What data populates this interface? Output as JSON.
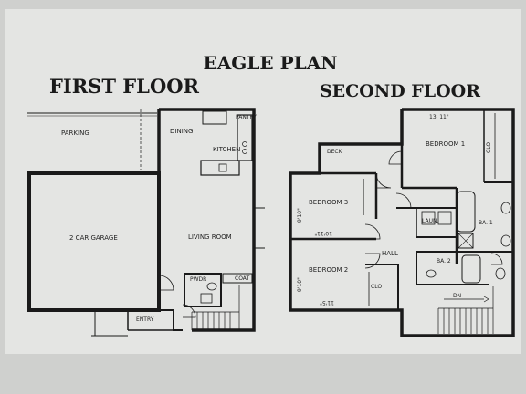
{
  "plan_title": "EAGLE PLAN",
  "first_floor": {
    "heading": "FIRST FLOOR",
    "labels": {
      "parking": "PARKING",
      "pantry": "PANTRY",
      "dining": "DINING",
      "kitchen": "KITCHEN",
      "garage": "2 CAR GARAGE",
      "living": "LIVING ROOM",
      "powder": "PWDR",
      "coat": "COAT",
      "entry": "ENTRY"
    }
  },
  "second_floor": {
    "heading": "SECOND FLOOR",
    "labels": {
      "deck": "DECK",
      "bedroom1": "BEDROOM 1",
      "bedroom1_dim": "13' 11\"",
      "clo1": "CLO",
      "bedroom3": "BEDROOM 3",
      "bedroom3_dim_v": "9'10\"",
      "bedroom3_dim_h": "10'11\"",
      "laun": "LAUN.",
      "ba1": "BA. 1",
      "hall": "HALL",
      "ba2": "BA. 2",
      "bedroom2": "BEDROOM 2",
      "bedroom2_dim_v": "9'10\"",
      "bedroom2_dim_h": "11'5\"",
      "clo2": "CLO",
      "dn": "DN"
    }
  },
  "colors": {
    "background": "#cfd0ce",
    "sheet": "#e4e5e3",
    "ink": "#1a1a1a"
  }
}
